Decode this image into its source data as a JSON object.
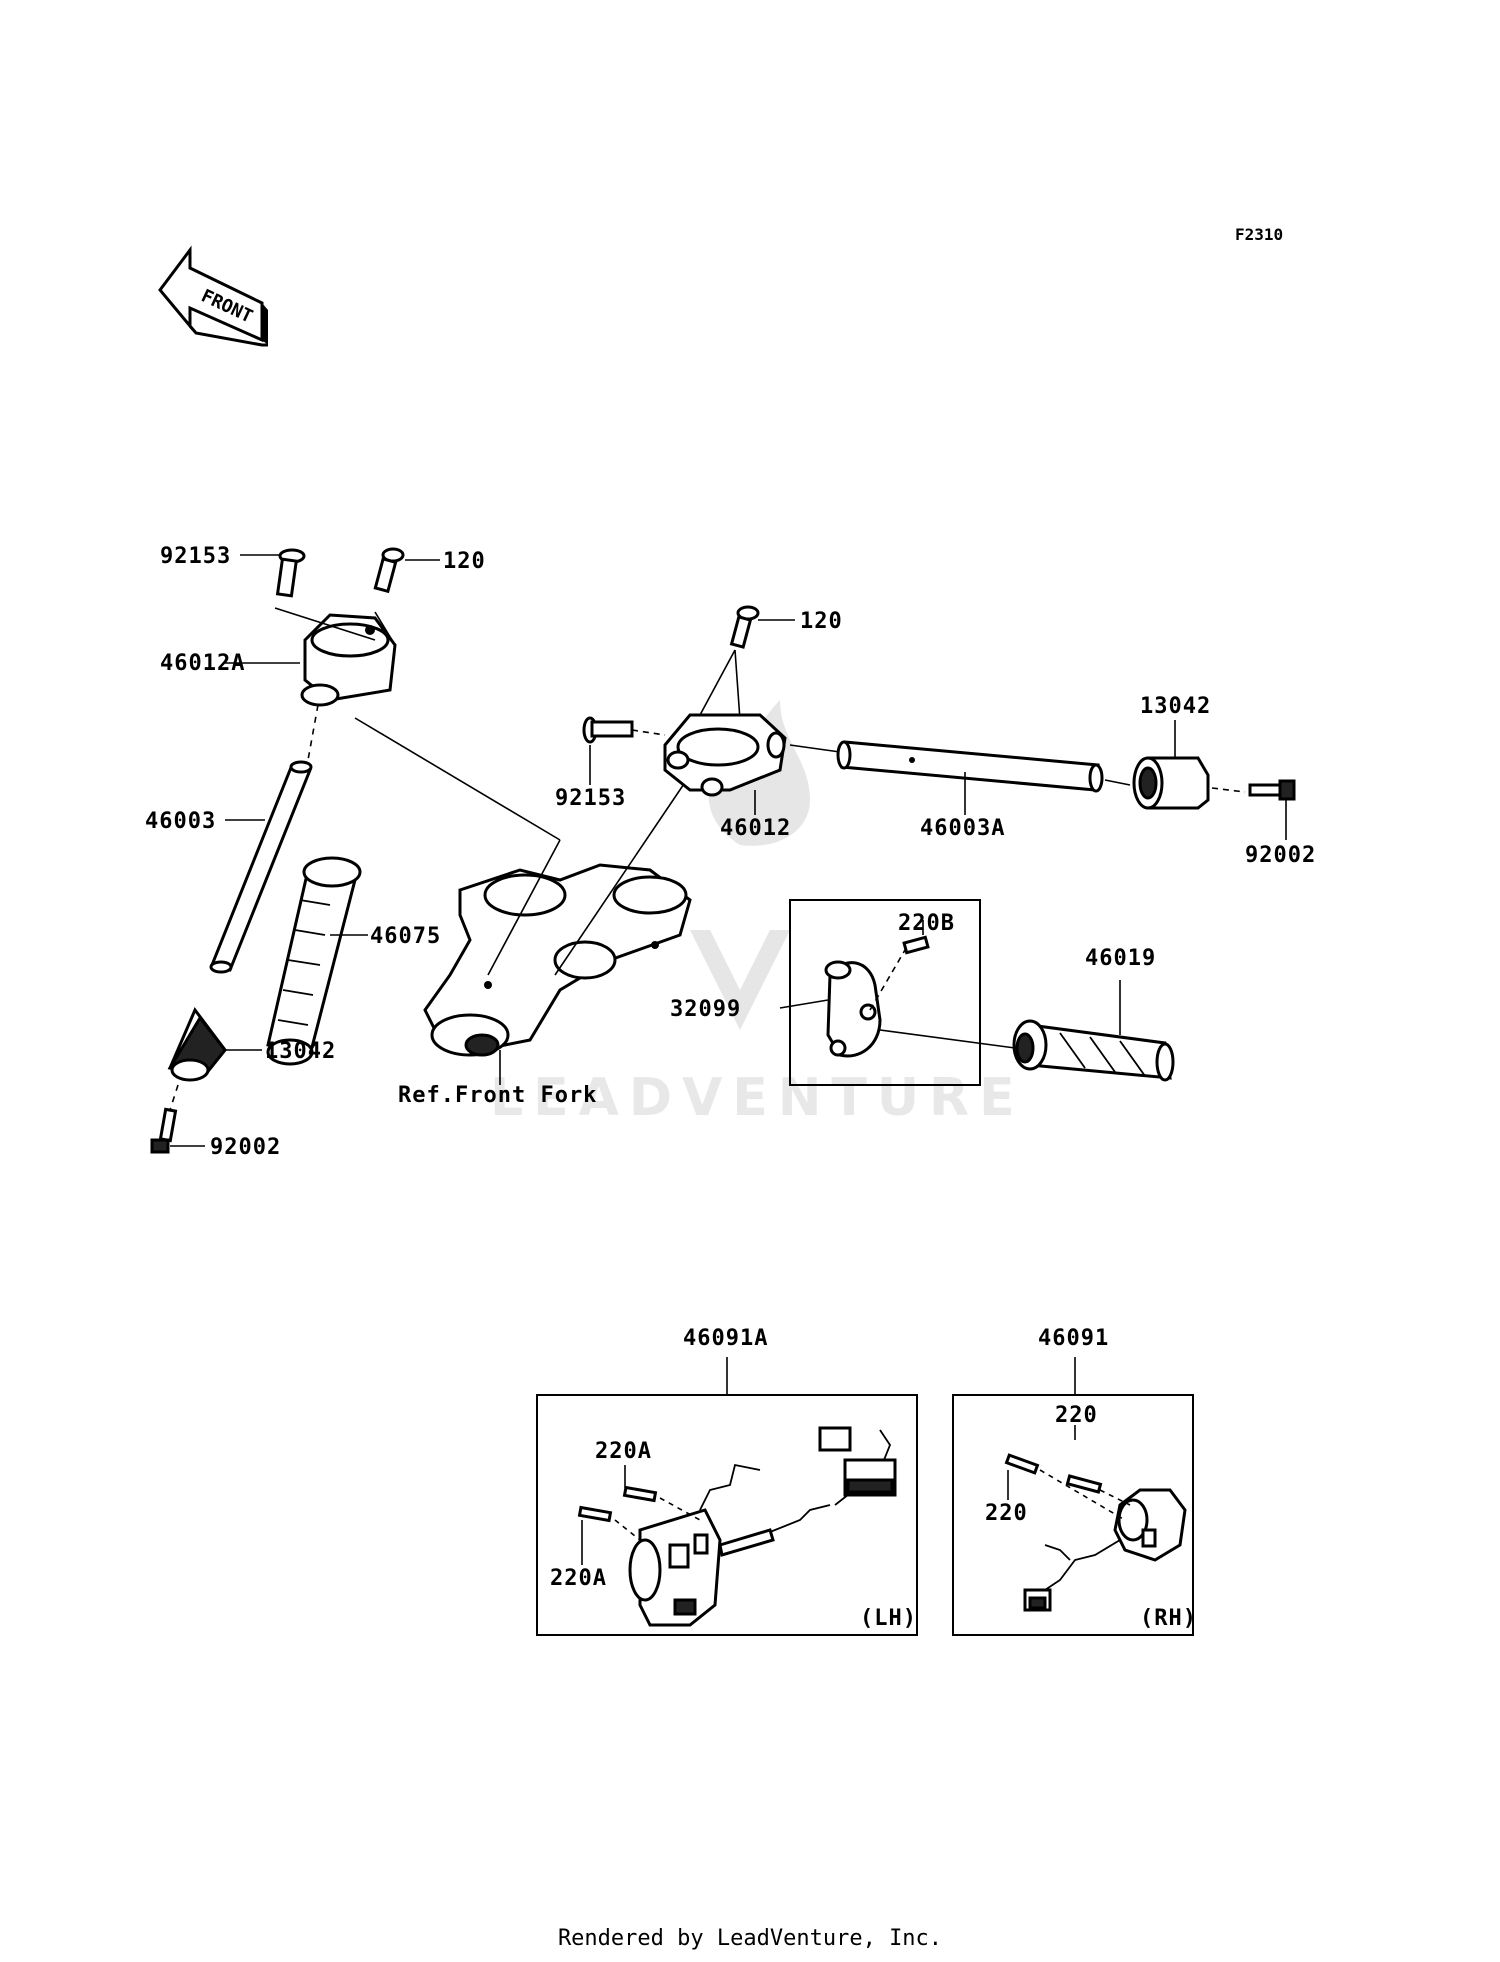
{
  "diagram": {
    "code": "F2310",
    "front_arrow": "FRONT",
    "footer": "Rendered by LeadVenture, Inc.",
    "watermark": "LEADVENTURE",
    "labels": {
      "p92153_a": "92153",
      "p120_a": "120",
      "p46012A": "46012A",
      "p46003": "46003",
      "p46075": "46075",
      "p13042_a": "13042",
      "p92002_a": "92002",
      "ref_front_fork": "Ref.Front Fork",
      "p120_b": "120",
      "p92153_b": "92153",
      "p46012": "46012",
      "p46003A": "46003A",
      "p13042_b": "13042",
      "p92002_b": "92002",
      "p220B": "220B",
      "p32099": "32099",
      "p46019": "46019",
      "p46091A": "46091A",
      "p220A_a": "220A",
      "p220A_b": "220A",
      "lh": "(LH)",
      "p46091": "46091",
      "p220_a": "220",
      "p220_b": "220",
      "rh": "(RH)"
    }
  }
}
